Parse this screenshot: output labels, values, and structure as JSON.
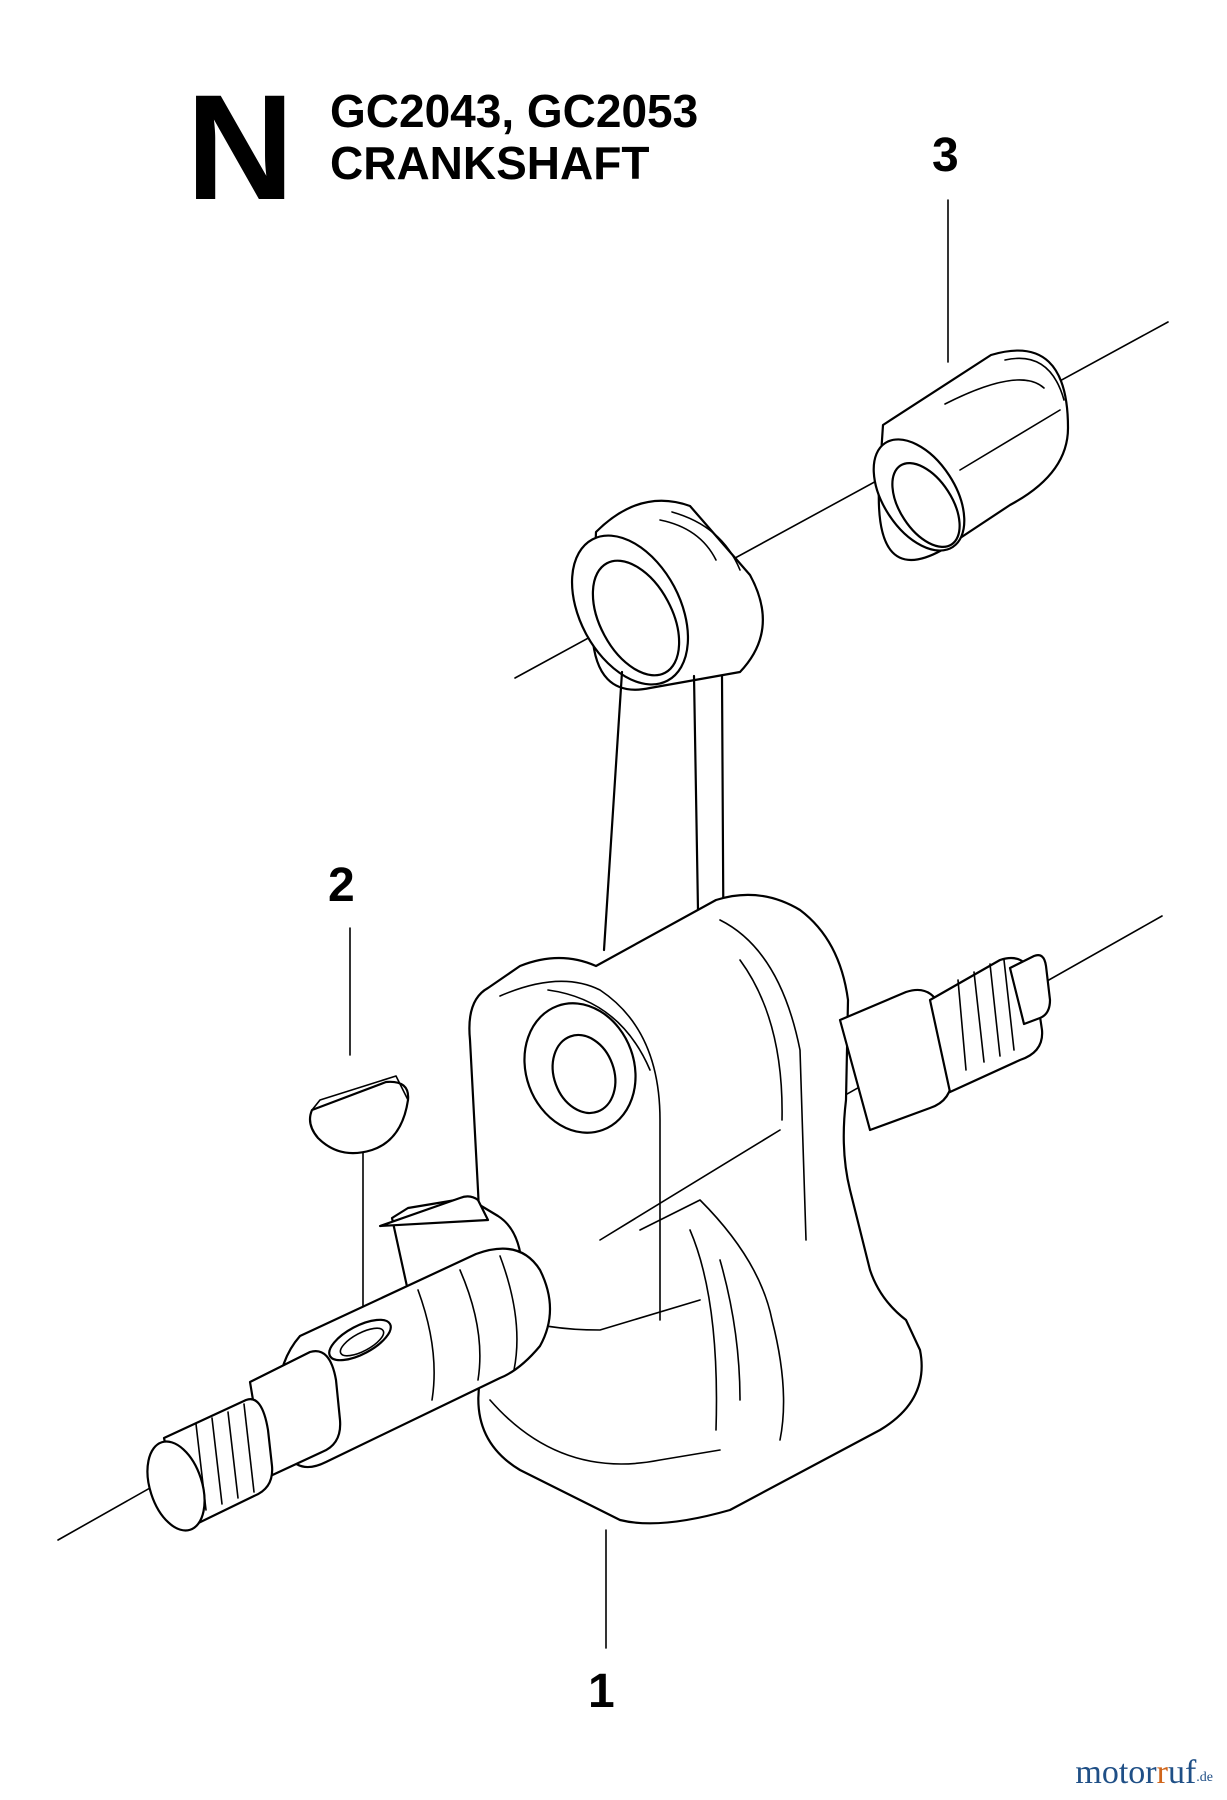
{
  "header": {
    "section_letter": "N",
    "models": "GC2043, GC2053",
    "title": "CRANKSHAFT"
  },
  "callouts": [
    {
      "number": "1",
      "part": "crankshaft-assembly"
    },
    {
      "number": "2",
      "part": "woodruff-key"
    },
    {
      "number": "3",
      "part": "bearing-bushing"
    }
  ],
  "watermark": {
    "brand_a": "motor",
    "brand_b": "uf",
    "tld": ".de",
    "colors": {
      "brand": "#1f4f86",
      "accent": "#d0651a"
    }
  }
}
